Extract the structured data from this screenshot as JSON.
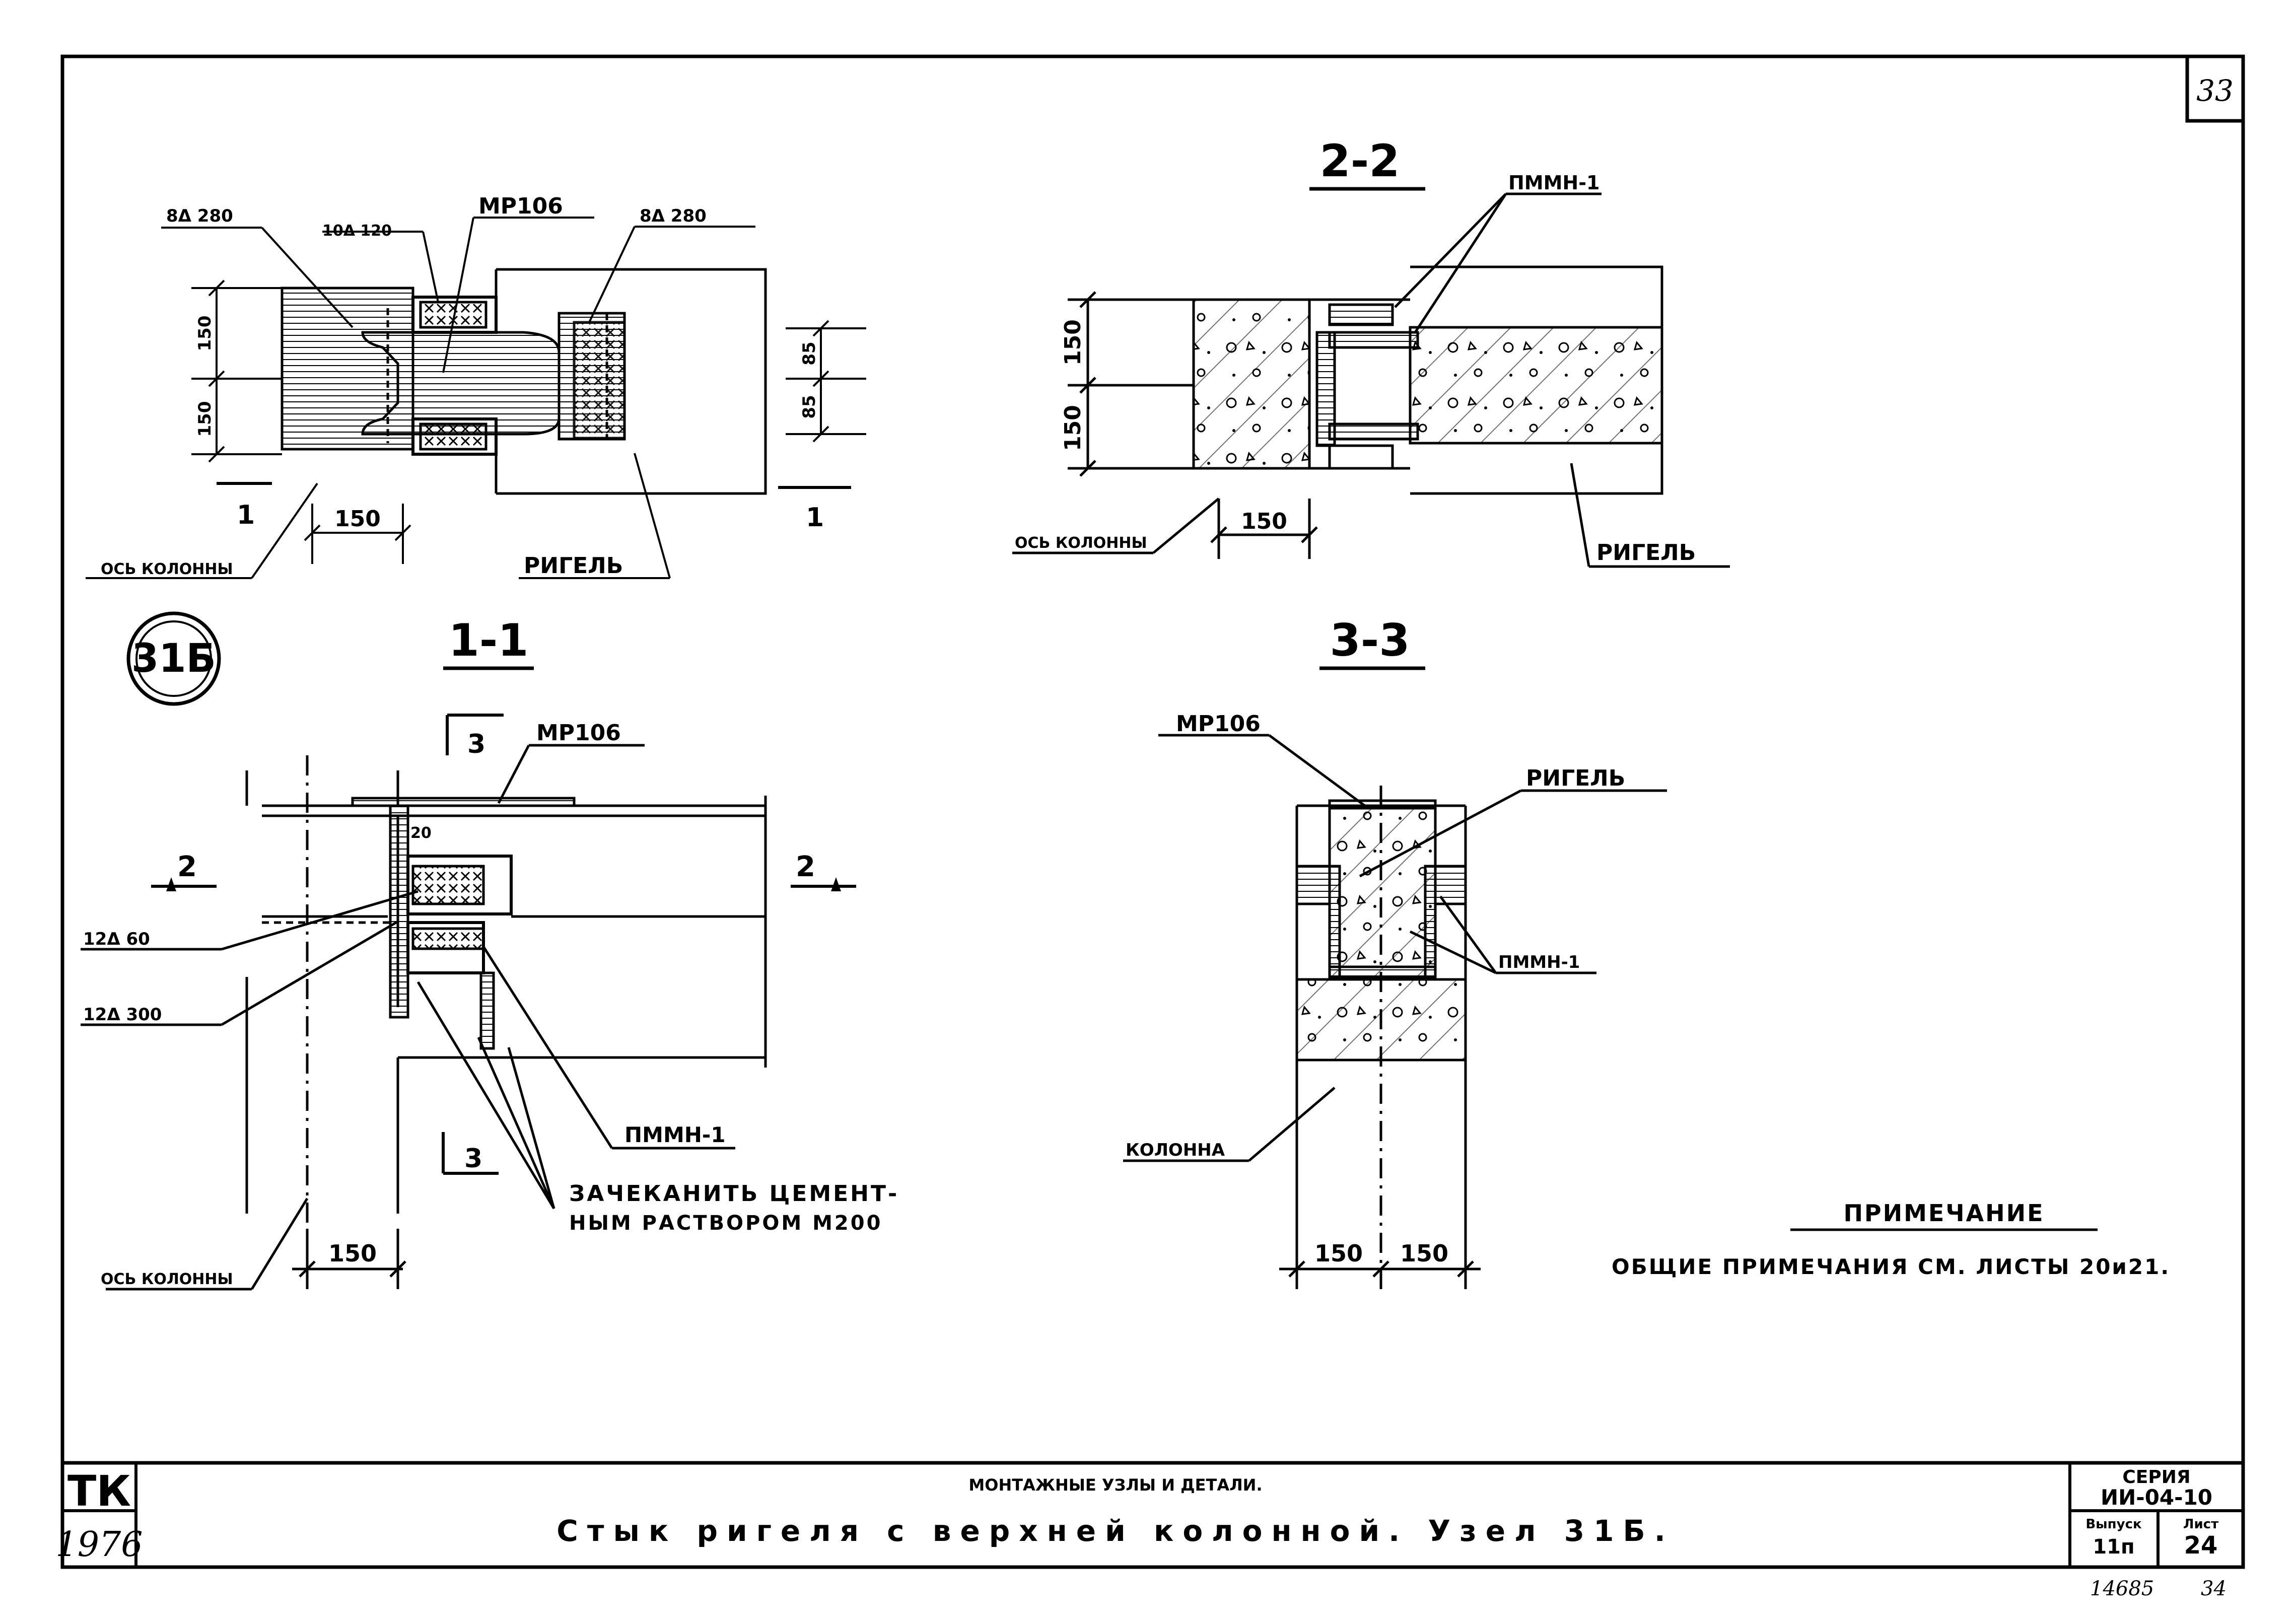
{
  "page_number": "33",
  "node_badge": "31Б",
  "sections": {
    "s11": "1-1",
    "s22": "2-2",
    "s33": "3-3"
  },
  "view_top_left": {
    "callout_8d280_left": "8Δ 280",
    "callout_10d120": "10Δ 120",
    "callout_mr106": "МР106",
    "callout_8d280_right": "8Δ 280",
    "dim_150_upper": "150",
    "dim_150_lower": "150",
    "dim_85_upper": "85",
    "dim_85_lower": "85",
    "dim_150_bottom": "150",
    "cut_left": "1",
    "cut_right": "1",
    "axis_label": "ОСЬ КОЛОННЫ",
    "beam_label": "РИГЕЛЬ"
  },
  "view_22": {
    "callout_pmmn": "ПММН-1",
    "dim_150_upper": "150",
    "dim_150_lower": "150",
    "dim_150_bottom": "150",
    "axis_label": "ОСЬ КОЛОННЫ",
    "beam_label": "РИГЕЛЬ"
  },
  "view_11": {
    "cut_top": "3",
    "cut_bottom": "3",
    "callout_mr106": "МР106",
    "dim_20": "20",
    "cut_left": "2",
    "cut_right": "2",
    "callout_12d60": "12Δ 60",
    "callout_12d300": "12Δ 300",
    "callout_pmmn": "ПММН-1",
    "note_line1": "ЗАЧЕКАНИТЬ ЦЕМЕНТ-",
    "note_line2": "НЫМ РАСТВОРОМ М200",
    "axis_label": "ОСЬ КОЛОННЫ",
    "dim_150": "150"
  },
  "view_33": {
    "callout_mr106": "МР106",
    "callout_beam": "РИГЕЛЬ",
    "callout_pmmn": "ПММН-1",
    "callout_column": "КОЛОННА",
    "dim_150_left": "150",
    "dim_150_right": "150"
  },
  "remark": {
    "title": "ПРИМЕЧАНИЕ",
    "text": "ОБЩИЕ ПРИМЕЧАНИЯ СМ. ЛИСТЫ 20и21."
  },
  "title_block": {
    "org": "ТК",
    "year": "1976",
    "subtitle": "МОНТАЖНЫЕ УЗЛЫ И ДЕТАЛИ.",
    "title": "Стык ригеля с верхней колонной. Узел 31Б.",
    "series_label": "СЕРИЯ",
    "series_value": "ИИ-04-10",
    "issue_label": "Выпуск",
    "issue_value": "11п",
    "sheet_label": "Лист",
    "sheet_value": "24"
  },
  "footer": {
    "archive_no": "14685",
    "page_no": "34"
  }
}
